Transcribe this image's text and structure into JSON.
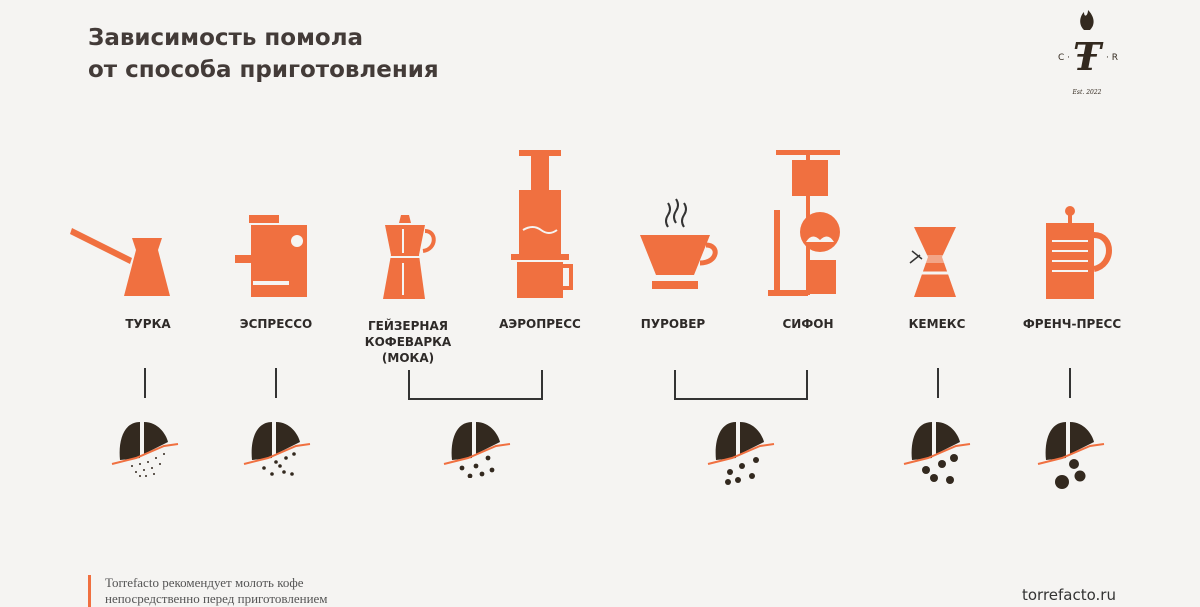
{
  "title_line1": "Зависимость помола",
  "title_line2": "от способа приготовления",
  "logo": {
    "letters_left": "C",
    "letters_right": "R",
    "monogram": "Tf",
    "est": "Est. 2022"
  },
  "colors": {
    "accent": "#f07040",
    "dark": "#33291f",
    "text": "#3a3330",
    "background": "#f5f4f2"
  },
  "methods": [
    {
      "label": "ТУРКА",
      "grind": "extra-fine"
    },
    {
      "label": "ЭСПРЕССО",
      "grind": "fine"
    },
    {
      "label": "ГЕЙЗЕРНАЯ КОФЕВАРКА (МОКА)",
      "line1": "ГЕЙЗЕРНАЯ",
      "line2": "КОФЕВАРКА",
      "line3": "(МОКА)",
      "grind": "medium-fine"
    },
    {
      "label": "АЭРОПРЕСС",
      "grind": "medium-fine"
    },
    {
      "label": "ПУРОВЕР",
      "grind": "medium"
    },
    {
      "label": "СИФОН",
      "grind": "medium"
    },
    {
      "label": "КЕМЕКС",
      "grind": "medium-coarse"
    },
    {
      "label": "ФРЕНЧ-ПРЕСС",
      "grind": "coarse"
    }
  ],
  "footer": {
    "note_line1": "Torrefacto рекомендует молоть кофе",
    "note_line2": "непосредственно перед приготовлением",
    "site": "torrefacto.ru"
  }
}
